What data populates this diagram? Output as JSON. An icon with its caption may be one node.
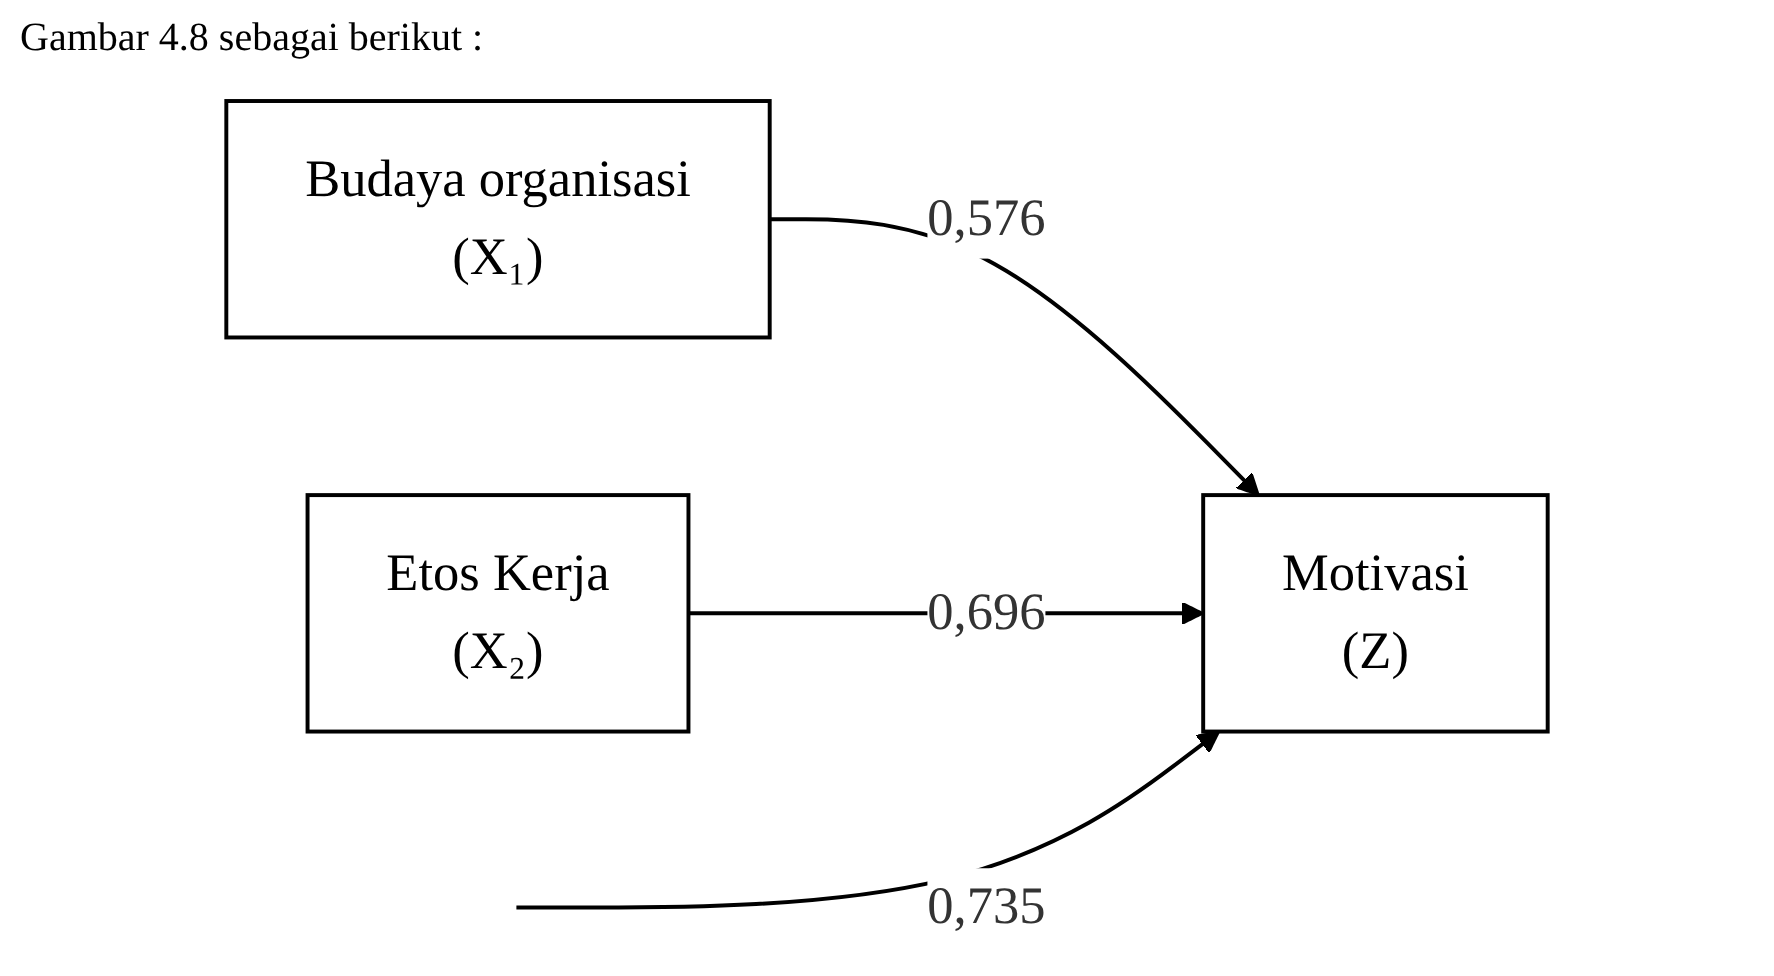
{
  "diagram": {
    "title": "Gambar 4.8 sebagai berikut :",
    "nodes": [
      {
        "text": [
          "Budaya organisasi",
          "(X₁)"
        ]
      },
      {
        "text": [
          "Etos Kerja",
          "(X₂)"
        ]
      },
      {
        "text": [
          "Motivasi",
          "(Z)"
        ]
      }
    ],
    "edges": [
      {
        "from": 0,
        "to": 2,
        "arrow": "to",
        "label": "0,576"
      },
      {
        "from": 1,
        "to": 2,
        "arrow": "to",
        "label": "0,696"
      },
      {
        "from": null,
        "to": 2,
        "arrow": "to",
        "label": "0,735"
      }
    ]
  }
}
